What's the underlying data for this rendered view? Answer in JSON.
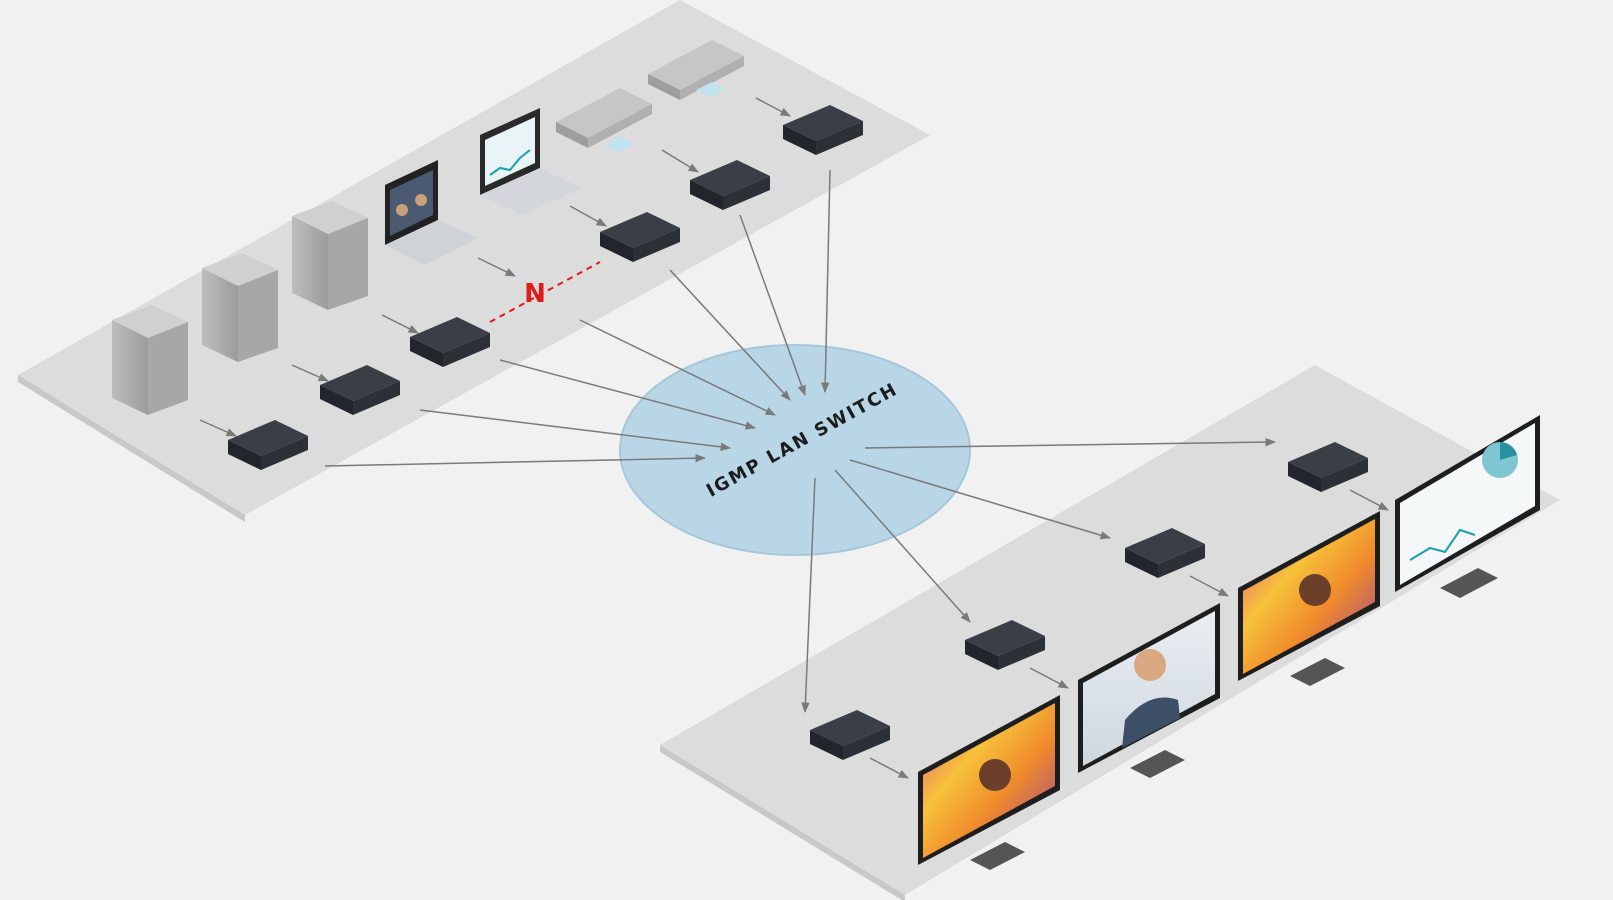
{
  "switch": {
    "label": "IGMP LAN SWITCH"
  },
  "expansion": {
    "label": "N"
  },
  "colors": {
    "background": "#f1f1f1",
    "platform": "#dcdcdc",
    "switch_fill": "#b9d6e6",
    "device_body": "#2e3138",
    "arrow": "#7a7a7a",
    "expansion_dash": "#e11a1a"
  },
  "sources": [
    {
      "id": "pc1",
      "kind": "tower"
    },
    {
      "id": "pc2",
      "kind": "tower"
    },
    {
      "id": "pc3",
      "kind": "tower"
    },
    {
      "id": "laptop1",
      "kind": "laptop",
      "screen": "video-call"
    },
    {
      "id": "laptop2",
      "kind": "laptop",
      "screen": "chart"
    },
    {
      "id": "player1",
      "kind": "media-player"
    },
    {
      "id": "player2",
      "kind": "media-player"
    }
  ],
  "displays": [
    {
      "id": "tv1",
      "screen": "colorful-video"
    },
    {
      "id": "tv2",
      "screen": "person"
    },
    {
      "id": "tv3",
      "screen": "colorful-video"
    },
    {
      "id": "tv4",
      "screen": "dashboard"
    }
  ]
}
